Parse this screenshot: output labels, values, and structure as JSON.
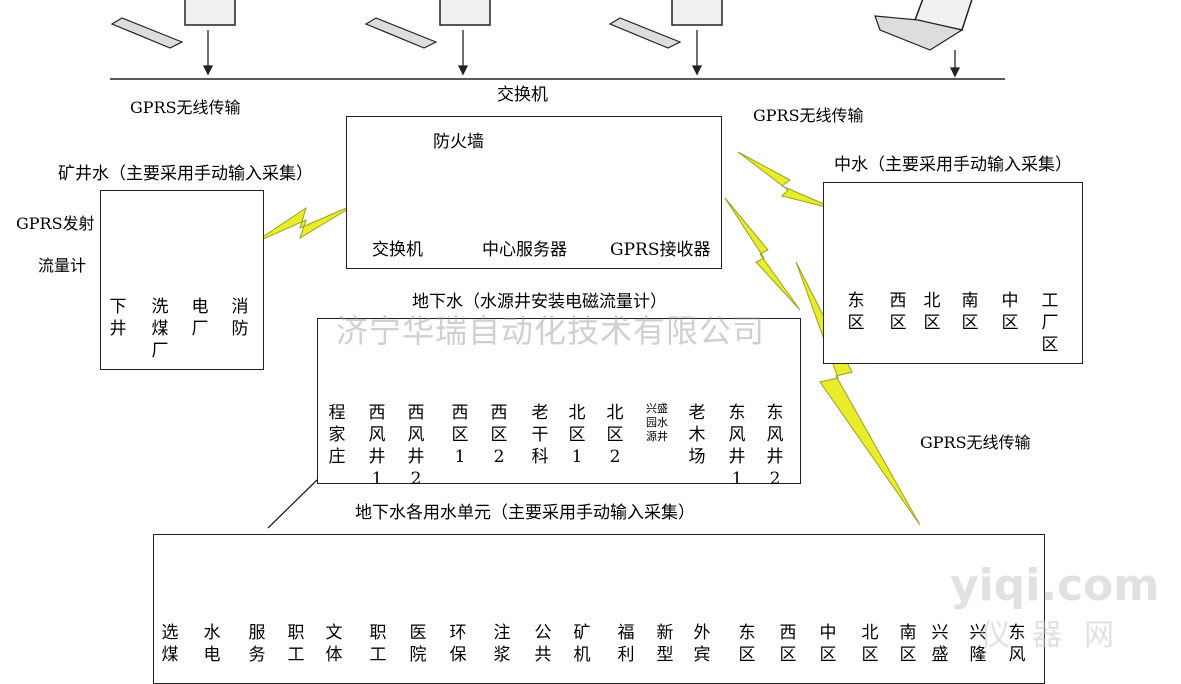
{
  "title_switch": "交换机",
  "gprs_left": "GPRS无线传输",
  "gprs_right_top": "GPRS无线传输",
  "gprs_right_bottom": "GPRS无线传输",
  "center": {
    "firewall": "防火墙",
    "switch": "交换机",
    "server": "中心服务器",
    "receiver": "GPRS接收器"
  },
  "mine": {
    "title": "矿井水（主要采用手动输入采集）",
    "side_transmit": "GPRS发射",
    "side_meter": "流量计",
    "items": [
      "下井",
      "洗煤厂",
      "电厂",
      "消防"
    ]
  },
  "zhongshui": {
    "title": "中水（主要采用手动输入采集）",
    "items": [
      "东区",
      "西区",
      "北区",
      "南区",
      "中区",
      "工厂区"
    ]
  },
  "ground": {
    "title": "地下水（水源井安装电磁流量计）",
    "items": [
      "程家庄",
      "西风井1",
      "西风井2",
      "西区1",
      "西区2",
      "老干科",
      "北区1",
      "北区2",
      "兴盛园水源井",
      "老木场",
      "东风井1",
      "东风井2"
    ]
  },
  "units": {
    "title": "地下水各用水单元（主要采用手动输入采集）",
    "items": [
      "选煤",
      "水电",
      "服务",
      "职工",
      "文体",
      "职工",
      "医院",
      "环保",
      "注浆",
      "公共",
      "矿机",
      "福利",
      "新型",
      "外宾",
      "东区",
      "西区",
      "中区",
      "北区",
      "南区",
      "兴盛",
      "兴隆",
      "东风"
    ]
  },
  "watermark": "济宁华瑞自动化技术有限公司",
  "watermark_site": "yiqi.com",
  "watermark_site2": "仪器网",
  "colors": {
    "lightning": "#e8ec2a",
    "lightning_stroke": "#9aa21c",
    "firewall": "#e0782a"
  }
}
